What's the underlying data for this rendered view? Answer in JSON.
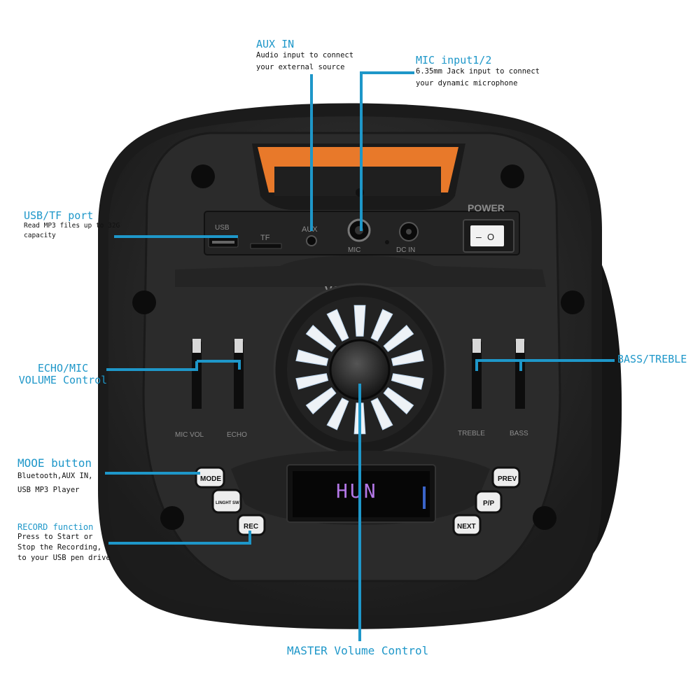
{
  "panel": {
    "power_label": "POWER",
    "usb_label": "USB",
    "tf_label": "TF",
    "aux_label": "AUX",
    "mic_label": "MIC",
    "dcin_label": "DC IN",
    "volume_label": "VOLUME",
    "mic_vol_label": "MIC VOL",
    "echo_label": "ECHO",
    "treble_label": "TREBLE",
    "bass_label": "BASS",
    "display_text": "HUN",
    "power_switch_off": "–",
    "power_switch_on": "O"
  },
  "buttons": {
    "mode": "MODE",
    "light": "LINGHT SW",
    "rec": "REC",
    "prev": "PREV",
    "pp": "P/P",
    "next": "NEXT"
  },
  "callouts": {
    "aux_in": {
      "title": "AUX IN",
      "desc": [
        "Audio input to connect",
        "your external source"
      ]
    },
    "mic_input": {
      "title": "MIC input1/2",
      "desc": [
        "6.35mm Jack input to connect",
        "your dynamic microphone"
      ]
    },
    "usb_tf": {
      "title": "USB/TF port",
      "desc": [
        "Read MP3 files up to 32G",
        "capacity"
      ]
    },
    "echo_mic": {
      "title_lines": [
        "ECHO/MIC",
        "VOLUME Control"
      ]
    },
    "bass_treble": {
      "title": "BASS/TREBLE"
    },
    "mode_button": {
      "title": "MOOE button",
      "desc": [
        "Bluetooth,AUX IN,",
        "USB MP3 Player"
      ]
    },
    "record": {
      "title": "RECORD function",
      "desc": [
        "Press to Start or",
        "Stop the Recording,",
        "to your USB pen drive"
      ]
    },
    "master": {
      "title": "MASTER Volume Control"
    }
  },
  "colors": {
    "accent": "#1e97c9",
    "body": "#2a2a2a",
    "handle": "#e8792a",
    "display": "#b377e6"
  }
}
